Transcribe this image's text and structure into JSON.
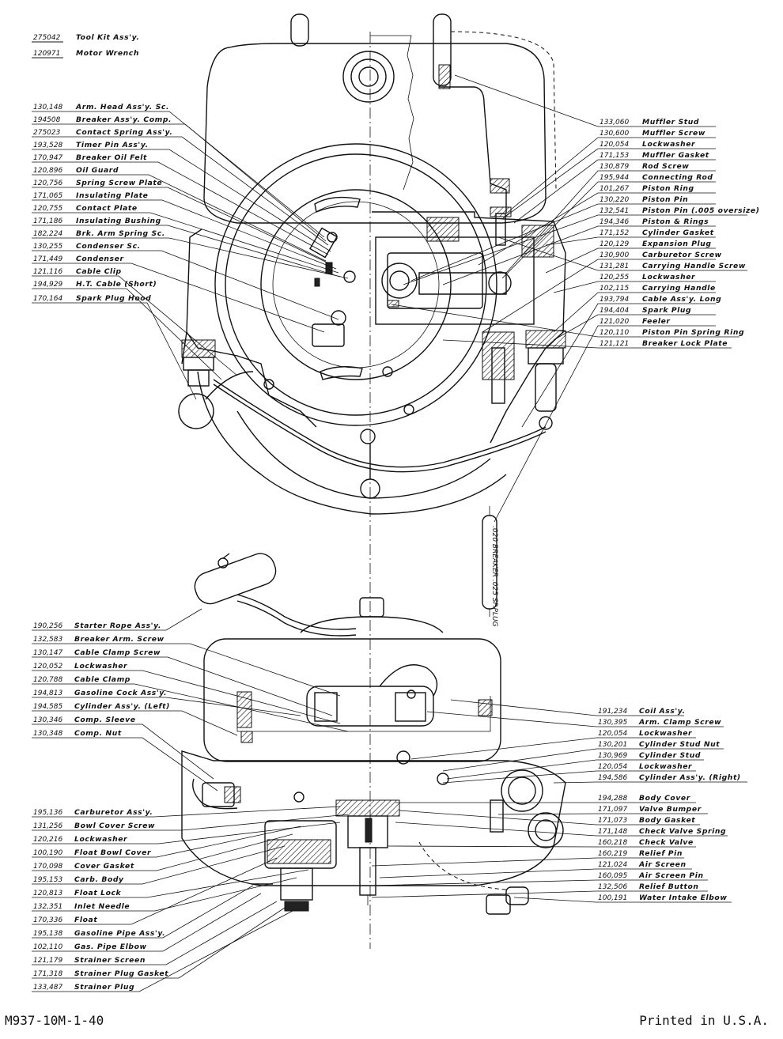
{
  "callouts_top_left": [
    {
      "part": "275042",
      "name": "Tool Kit Ass'y."
    },
    {
      "part": "120971",
      "name": "Motor Wrench"
    },
    {
      "part": "130,148",
      "name": "Arm. Head Ass'y. Sc."
    },
    {
      "part": "194508",
      "name": "Breaker Ass'y. Comp."
    },
    {
      "part": "275023",
      "name": "Contact Spring Ass'y."
    },
    {
      "part": "193,528",
      "name": "Timer Pin Ass'y."
    },
    {
      "part": "170,947",
      "name": "Breaker Oil Felt"
    },
    {
      "part": "120,896",
      "name": "Oil Guard"
    },
    {
      "part": "120,756",
      "name": "Spring Screw Plate"
    },
    {
      "part": "171,065",
      "name": "Insulating Plate"
    },
    {
      "part": "120,755",
      "name": "Contact Plate"
    },
    {
      "part": "171,186",
      "name": "Insulating Bushing"
    },
    {
      "part": "182,224",
      "name": "Brk. Arm Spring Sc."
    },
    {
      "part": "130,255",
      "name": "Condenser Sc."
    },
    {
      "part": "171,449",
      "name": "Condenser"
    },
    {
      "part": "121,116",
      "name": "Cable Clip"
    },
    {
      "part": "194,929",
      "name": "H.T. Cable (Short)"
    },
    {
      "part": "170,164",
      "name": "Spark Plug Hood"
    }
  ],
  "callouts_top_right": [
    {
      "part": "133,060",
      "name": "Muffler Stud"
    },
    {
      "part": "130,600",
      "name": "Muffler Screw"
    },
    {
      "part": "120,054",
      "name": "Lockwasher"
    },
    {
      "part": "171,153",
      "name": "Muffler Gasket"
    },
    {
      "part": "130,879",
      "name": "Rod Screw"
    },
    {
      "part": "195,944",
      "name": "Connecting Rod"
    },
    {
      "part": "101,267",
      "name": "Piston Ring"
    },
    {
      "part": "130,220",
      "name": "Piston Pin"
    },
    {
      "part": "132,541",
      "name": "Piston Pin (.005 oversize)"
    },
    {
      "part": "194,346",
      "name": "Piston & Rings"
    },
    {
      "part": "171,152",
      "name": "Cylinder Gasket"
    },
    {
      "part": "120,129",
      "name": "Expansion Plug"
    },
    {
      "part": "130,900",
      "name": "Carburetor Screw"
    },
    {
      "part": "131,281",
      "name": "Carrying Handle Screw"
    },
    {
      "part": "120,255",
      "name": "Lockwasher"
    },
    {
      "part": "102,115",
      "name": "Carrying Handle"
    },
    {
      "part": "193,794",
      "name": "Cable Ass'y. Long"
    },
    {
      "part": "194,404",
      "name": "Spark Plug"
    },
    {
      "part": "121,020",
      "name": "Feeler"
    },
    {
      "part": "120,110",
      "name": "Piston Pin Spring Ring"
    },
    {
      "part": "121,121",
      "name": "Breaker Lock Plate"
    }
  ],
  "callouts_bottom_left": [
    {
      "part": "190,256",
      "name": "Starter Rope Ass'y."
    },
    {
      "part": "132,583",
      "name": "Breaker Arm. Screw"
    },
    {
      "part": "130,147",
      "name": "Cable Clamp Screw"
    },
    {
      "part": "120,052",
      "name": "Lockwasher"
    },
    {
      "part": "120,788",
      "name": "Cable Clamp"
    },
    {
      "part": "194,813",
      "name": "Gasoline Cock Ass'y."
    },
    {
      "part": "194,585",
      "name": "Cylinder Ass'y. (Left)"
    },
    {
      "part": "130,346",
      "name": "Comp. Sleeve"
    },
    {
      "part": "130,348",
      "name": "Comp. Nut"
    },
    {
      "part": "195,136",
      "name": "Carburetor Ass'y."
    },
    {
      "part": "131,256",
      "name": "Bowl Cover Screw"
    },
    {
      "part": "120,216",
      "name": "Lockwasher"
    },
    {
      "part": "100,190",
      "name": "Float Bowl Cover"
    },
    {
      "part": "170,098",
      "name": "Cover Gasket"
    },
    {
      "part": "195,153",
      "name": "Carb. Body"
    },
    {
      "part": "120,813",
      "name": "Float Lock"
    },
    {
      "part": "132,351",
      "name": "Inlet Needle"
    },
    {
      "part": "170,336",
      "name": "Float"
    },
    {
      "part": "195,138",
      "name": "Gasoline Pipe Ass'y."
    },
    {
      "part": "102,110",
      "name": "Gas. Pipe Elbow"
    },
    {
      "part": "121,179",
      "name": "Strainer Screen"
    },
    {
      "part": "171,318",
      "name": "Strainer Plug Gasket"
    },
    {
      "part": "133,487",
      "name": "Strainer Plug"
    }
  ],
  "callouts_bottom_right": [
    {
      "part": "191,234",
      "name": "Coil Ass'y."
    },
    {
      "part": "130,395",
      "name": "Arm. Clamp Screw"
    },
    {
      "part": "120,054",
      "name": "Lockwasher"
    },
    {
      "part": "130,201",
      "name": "Cylinder Stud Nut"
    },
    {
      "part": "130,969",
      "name": "Cylinder Stud"
    },
    {
      "part": "120,054",
      "name": "Lockwasher"
    },
    {
      "part": "194,586",
      "name": "Cylinder Ass'y. (Right)"
    },
    {
      "part": "194,288",
      "name": "Body Cover"
    },
    {
      "part": "171,097",
      "name": "Valve Bumper"
    },
    {
      "part": "171,073",
      "name": "Body Gasket"
    },
    {
      "part": "171,148",
      "name": "Check Valve Spring"
    },
    {
      "part": "160,218",
      "name": "Check Valve"
    },
    {
      "part": "160,219",
      "name": "Relief Pin"
    },
    {
      "part": "121,024",
      "name": "Air Screen"
    },
    {
      "part": "160,095",
      "name": "Air Screen Pin"
    },
    {
      "part": "132,506",
      "name": "Relief Button"
    },
    {
      "part": "100,191",
      "name": "Water Intake Elbow"
    }
  ],
  "feeler_gauge_text": ".020 BREAKER  .025 SP.PLUG",
  "footer": {
    "left": "M937-10M-1-40",
    "right": "Printed in U.S.A."
  }
}
